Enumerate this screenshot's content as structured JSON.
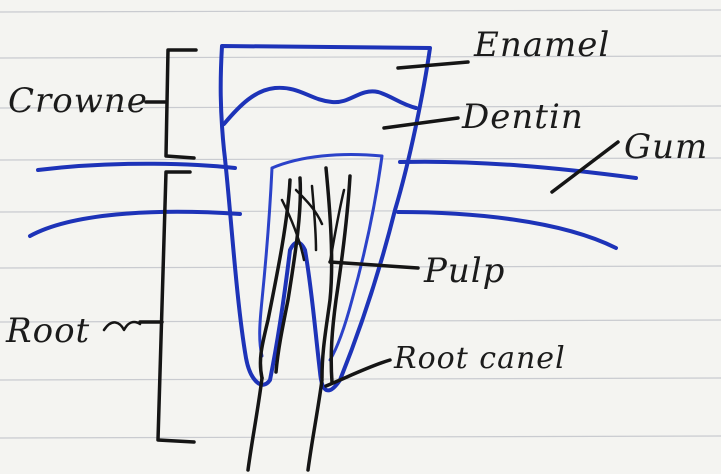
{
  "labels": {
    "enamel": "Enamel",
    "dentin": "Dentin",
    "gum": "Gum",
    "crown": "Crowne",
    "pulp": "Pulp",
    "root": "Root",
    "root_canal": "Root canel"
  },
  "colors": {
    "paper": "#f4f4f1",
    "blue_ink": "#1d33b8",
    "black_ink": "#151515",
    "rule_lines": "#c9cbd0"
  }
}
